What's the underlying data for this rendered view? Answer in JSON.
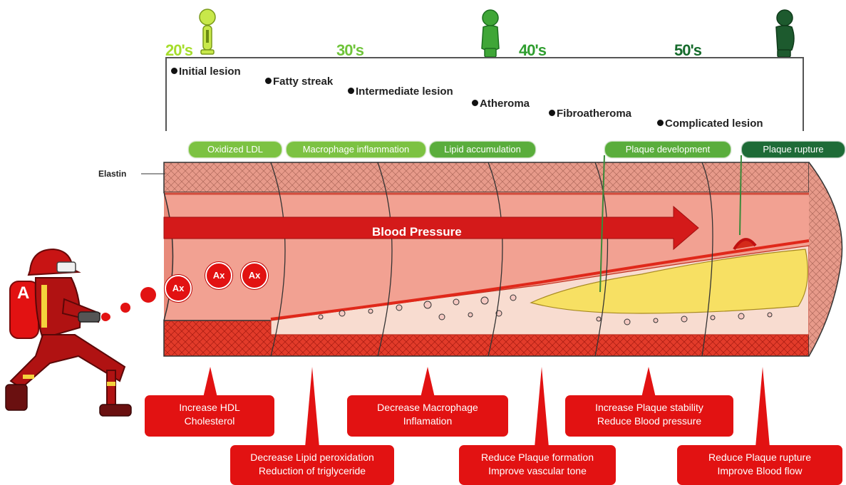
{
  "colors": {
    "age_20": "#a6dd2c",
    "age_30": "#6fc43a",
    "age_40": "#2f9e2f",
    "age_50": "#166b2c",
    "pill_light": "#7cc242",
    "pill_mid": "#5aad3c",
    "pill_dark": "#1e6b37",
    "callout_red": "#e21212",
    "vessel_pink": "#f08f80",
    "plaque_yellow": "#f7e063"
  },
  "icons": [
    "person-20s-icon",
    "person-40s-icon",
    "person-50s-icon",
    "firefighter-icon",
    "ax-bubble-icon"
  ],
  "ages": [
    "20's",
    "30's",
    "40's",
    "50's"
  ],
  "stages": [
    "Initial lesion",
    "Fatty streak",
    "Intermediate lesion",
    "Atheroma",
    "Fibroatheroma",
    "Complicated lesion"
  ],
  "processes": [
    "Oxidized LDL",
    "Macrophage inflammation",
    "Lipid accumulation",
    "Plaque development",
    "Plaque rupture"
  ],
  "labels": {
    "elastin": "Elastin",
    "blood_pressure": "Blood Pressure",
    "ax": "Ax",
    "extinguisher": "A"
  },
  "callouts": [
    [
      "Increase HDL",
      "Cholesterol"
    ],
    [
      "Decrease Lipid peroxidation",
      "Reduction of triglyceride"
    ],
    [
      "Decrease Macrophage",
      "Inflamation"
    ],
    [
      "Reduce Plaque formation",
      "Improve vascular tone"
    ],
    [
      "Increase Plaque stability",
      "Reduce Blood pressure"
    ],
    [
      "Reduce Plaque rupture",
      "Improve Blood flow"
    ]
  ]
}
